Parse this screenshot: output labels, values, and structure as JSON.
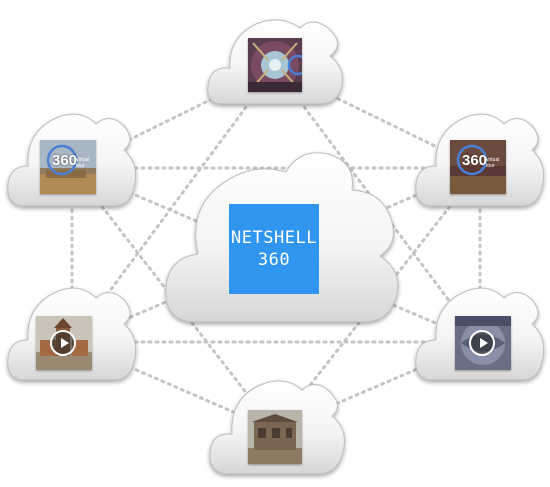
{
  "logo": {
    "line1": "NETSHELL",
    "line2": "360",
    "color": "#2f95ee"
  },
  "thumbnails": [
    {
      "id": "top",
      "kind": "panorama-interior",
      "icon": "panorama-image"
    },
    {
      "id": "left-upper",
      "kind": "360-virtual-tour-badge",
      "badge": "360",
      "subtitle": "virtual tour"
    },
    {
      "id": "right-upper",
      "kind": "360-virtual-tour-badge",
      "badge": "360",
      "subtitle": "virtual tour"
    },
    {
      "id": "left-lower",
      "kind": "video-building",
      "icon": "play-icon"
    },
    {
      "id": "right-lower",
      "kind": "video-sphere",
      "icon": "play-icon"
    },
    {
      "id": "bottom",
      "kind": "photo-building",
      "icon": "photo-image"
    }
  ],
  "colors": {
    "cloud_fill_top": "#ffffff",
    "cloud_fill_bottom": "#dcdcdc",
    "cloud_stroke": "#bdbdbd",
    "connector": "#bfbfbf"
  }
}
